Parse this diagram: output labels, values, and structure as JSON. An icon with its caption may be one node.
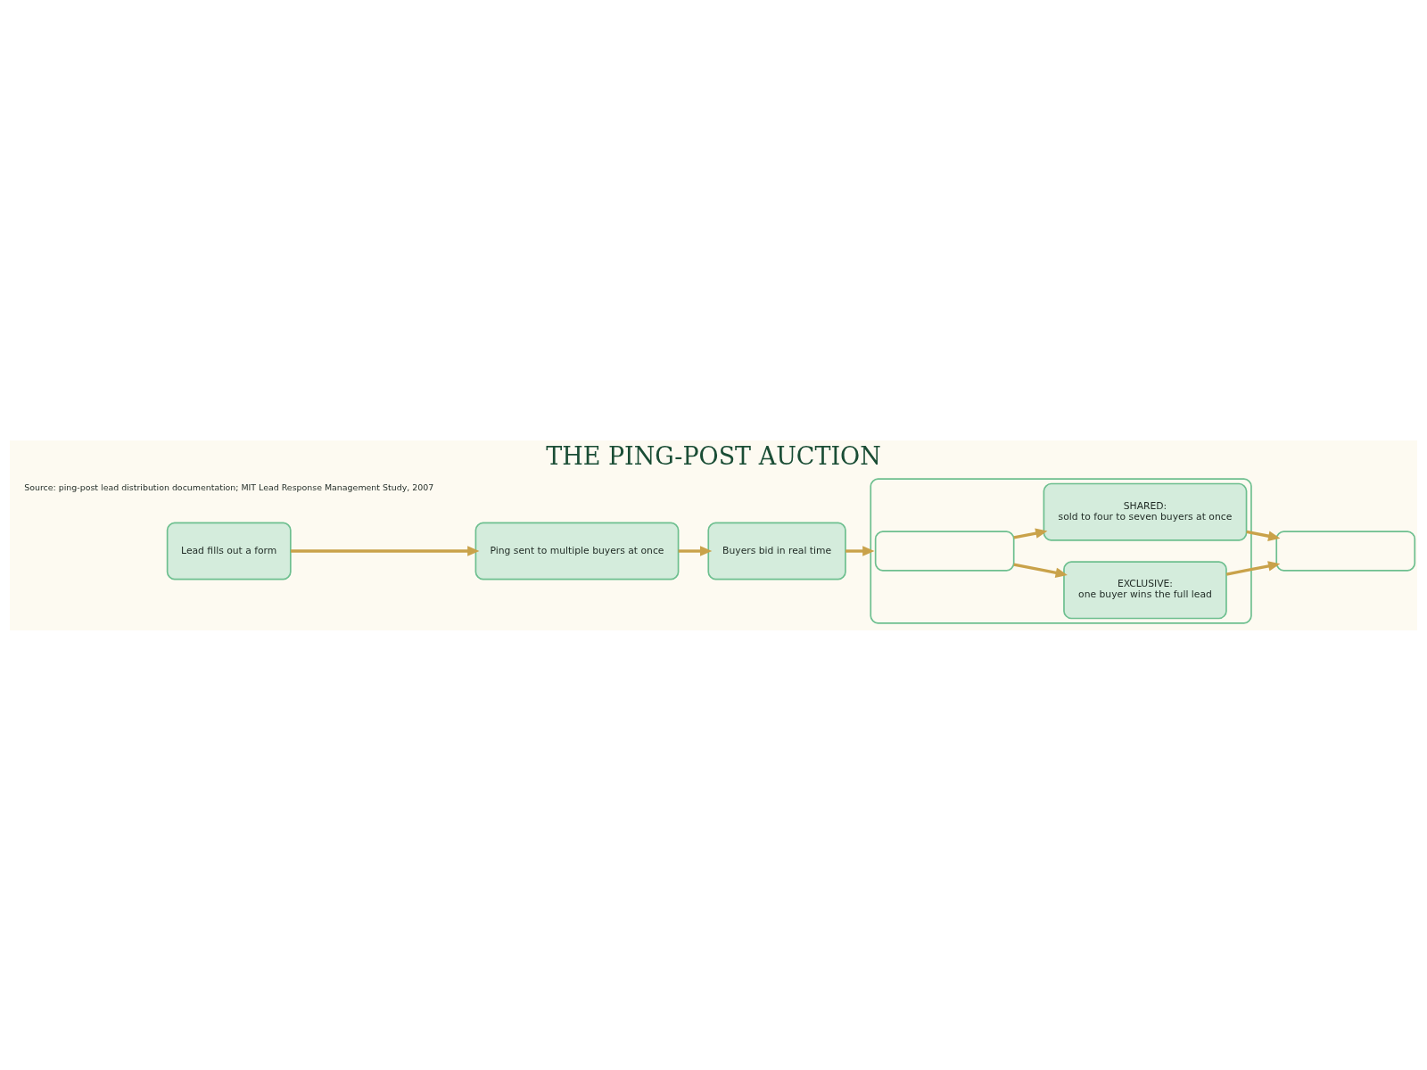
{
  "diagram": {
    "title": "THE PING-POST AUCTION",
    "nodes": [
      {
        "text": [
          "Lead fills out a form"
        ]
      },
      {
        "text": [
          "Ping sent to multiple buyers at once"
        ]
      },
      {
        "text": [
          "Buyers bid in real time"
        ]
      },
      {
        "text": [],
        "shape": "box"
      },
      {
        "text": [],
        "shape": "box",
        "in": 3
      },
      {
        "text": [
          "EXCLUSIVE:",
          "one buyer wins the full lead"
        ],
        "in": 3
      },
      {
        "text": [
          "SHARED:",
          "sold to four to seven buyers at once"
        ],
        "in": 3
      },
      {
        "text": [],
        "shape": "box"
      }
    ],
    "edges": [
      {
        "from": 0,
        "to": 1,
        "arrow": "to"
      },
      {
        "from": 1,
        "to": 2,
        "arrow": "to"
      },
      {
        "from": 2,
        "to": 3,
        "arrow": "to"
      },
      {
        "from": 4,
        "to": 5,
        "arrow": "to"
      },
      {
        "from": 4,
        "to": 6,
        "arrow": "to"
      },
      {
        "from": 5,
        "to": 7,
        "arrow": "to"
      },
      {
        "from": 6,
        "to": 7,
        "arrow": "to"
      }
    ],
    "labels": [
      "Source: ping-post lead distribution documentation; MIT Lead Response Management Study, 2007"
    ]
  }
}
